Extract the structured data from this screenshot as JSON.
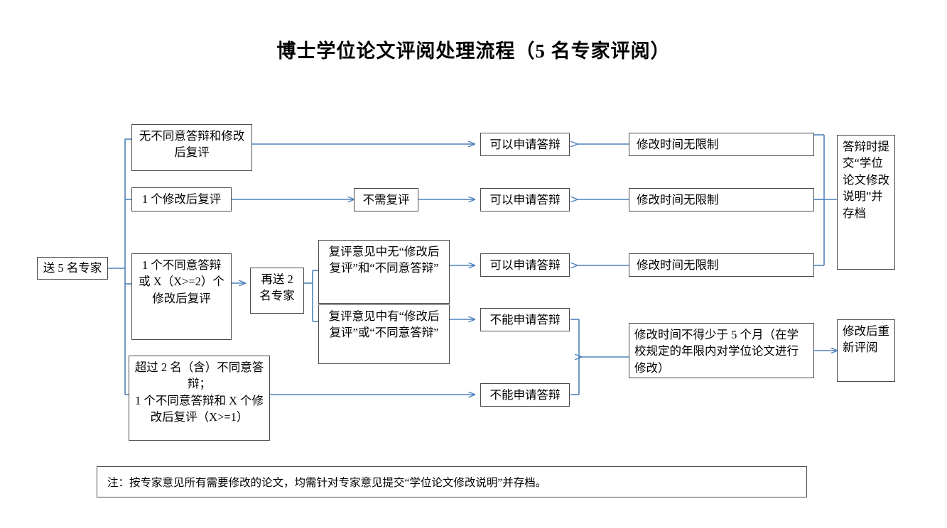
{
  "title": "博士学位论文评阅处理流程（5 名专家评阅）",
  "boxes": {
    "start": "送 5 名专家",
    "branch1": "无不同意答辩和修改后复评",
    "branch2": "1 个修改后复评",
    "branch3": "1 个不同意答辩或 X（X>=2）个修改后复评",
    "branch4": "超过 2 名（含）不同意答辩；\n1 个不同意答辩和 X 个修改后复评（X>=1）",
    "no_review": "不需复评",
    "resend": "再送 2 名专家",
    "review_none": "复评意见中无“修改后复评”和“不同意答辩”",
    "review_some": "复评意见中有“修改后复评”或“不同意答辩”",
    "can_defend_1": "可以申请答辩",
    "can_defend_2": "可以申请答辩",
    "can_defend_3": "可以申请答辩",
    "cannot_defend_1": "不能申请答辩",
    "cannot_defend_2": "不能申请答辩",
    "unlimited_time_1": "修改时间无限制",
    "unlimited_time_2": "修改时间无限制",
    "unlimited_time_3": "修改时间无限制",
    "min_five_months": "修改时间不得少于 5 个月（在学校规定的年限内对学位论文进行修改）",
    "submit_statement": "答辩时提交“学位论文修改说明”并存档",
    "re_review": "修改后重新评阅"
  },
  "note": "注：按专家意见所有需要修改的论文，均需针对专家意见提交“学位论文修改说明”并存档。",
  "colors": {
    "connector": "#4f81bd",
    "box_border": "#4a4a4a",
    "text": "#000000",
    "background": "#ffffff"
  }
}
